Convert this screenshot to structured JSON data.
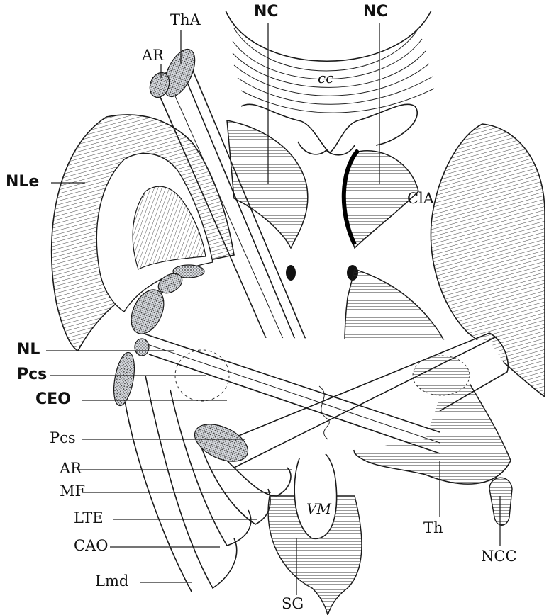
{
  "labels": {
    "tha": "ThA",
    "ar_top": "AR",
    "nc_left": "NC",
    "nc_right": "NC",
    "cc": "cc",
    "nle": "NLe",
    "cla": "ClA",
    "nl": "NL",
    "pcs_top": "Pcs",
    "ceo": "CEO",
    "pcs_mid": "Pcs",
    "ar_bottom": "AR",
    "mf": "MF",
    "lte": "LTE",
    "cao": "CAO",
    "lmd": "Lmd",
    "vm": "VM",
    "th": "Th",
    "ncc": "NCC",
    "sg": "SG"
  }
}
